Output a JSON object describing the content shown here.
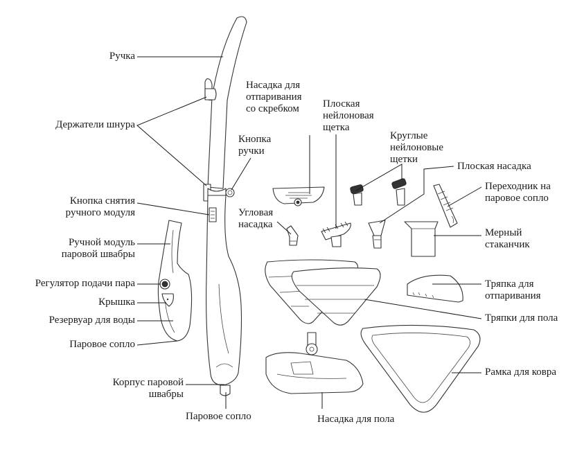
{
  "diagram": {
    "colors": {
      "line": "#333333",
      "text": "#1a1a1a",
      "background": "#ffffff"
    },
    "labels": {
      "handle": "Ручка",
      "cord_holders": "Держатели шнура",
      "handle_button": [
        "Кнопка",
        "ручки"
      ],
      "handheld_release_button": [
        "Кнопка снятия",
        "ручного модуля"
      ],
      "handheld_module": [
        "Ручной модуль",
        "паровой швабры"
      ],
      "steam_regulator": "Регулятор подачи пара",
      "cap": "Крышка",
      "water_tank": "Резервуар для воды",
      "steam_nozzle_handheld": "Паровое сопло",
      "mop_body": [
        "Корпус паровой",
        "швабры"
      ],
      "steam_nozzle_body": "Паровое сопло",
      "scraper_attachment": [
        "Насадка для",
        "отпаривания",
        "со скребком"
      ],
      "flat_nylon_brush": [
        "Плоская",
        "нейлоновая",
        "щетка"
      ],
      "round_nylon_brushes": [
        "Круглые",
        "нейлоновые",
        "щетки"
      ],
      "flat_attachment": "Плоская насадка",
      "nozzle_adapter": [
        "Переходник на",
        "паровое сопло"
      ],
      "angle_attachment": [
        "Угловая",
        "насадка"
      ],
      "measuring_cup": [
        "Мерный",
        "стаканчик"
      ],
      "steam_cloth": [
        "Тряпка для",
        "отпаривания"
      ],
      "floor_cloths": "Тряпки для пола",
      "carpet_frame": "Рамка для ковра",
      "floor_attachment": "Насадка для пола"
    }
  }
}
